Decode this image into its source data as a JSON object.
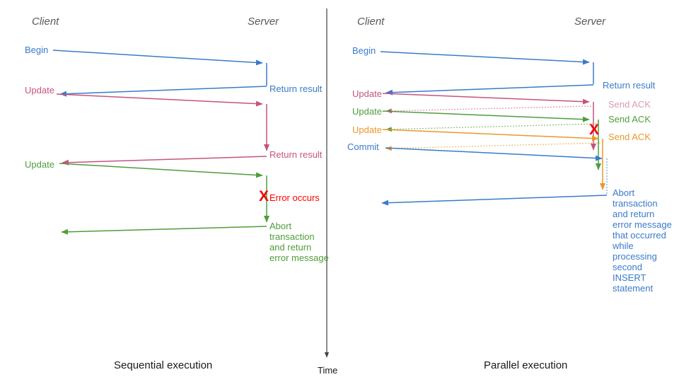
{
  "figure": {
    "title": "Sequential vs parallel transaction execution sequence diagram",
    "background": "#ffffff"
  },
  "colors": {
    "blue": "#3a7bc8",
    "blue_light": "#7aa9de",
    "pink": "#c4547f",
    "pink_light": "#dd9ab4",
    "green": "#4f9d3a",
    "green_light": "#8fc47a",
    "orange": "#e8982c",
    "orange_light": "#f3bd72",
    "red": "#ff0000",
    "gray_axis": "#404040",
    "header_gray": "#595959",
    "caption_black": "#1a1a1a"
  },
  "time_axis": {
    "label": "Time",
    "icon": "down-arrow-icon"
  },
  "panels": [
    {
      "id": "sequential",
      "caption": "Sequential execution",
      "lanes": {
        "client": "Client",
        "server": "Server"
      },
      "messages": [
        {
          "label": "Begin",
          "color": "blue",
          "side": "client"
        },
        {
          "label": "Return result",
          "color": "blue",
          "side": "server"
        },
        {
          "label": "Update",
          "color": "pink",
          "side": "client"
        },
        {
          "label": "Return result",
          "color": "pink",
          "side": "server"
        },
        {
          "label": "Update",
          "color": "green",
          "side": "client"
        }
      ],
      "error": {
        "marker": "X",
        "label": "Error occurs",
        "color": "red"
      },
      "abort_note": {
        "text": "Abort\ntransaction\nand return\nerror message",
        "color": "green"
      }
    },
    {
      "id": "parallel",
      "caption": "Parallel execution",
      "lanes": {
        "client": "Client",
        "server": "Server"
      },
      "messages": [
        {
          "label": "Begin",
          "color": "blue",
          "side": "client"
        },
        {
          "label": "Return result",
          "color": "blue",
          "side": "server"
        },
        {
          "label": "Update",
          "color": "pink",
          "side": "client"
        },
        {
          "label": "Send ACK",
          "color": "pink",
          "side": "server"
        },
        {
          "label": "Update",
          "color": "green",
          "side": "client"
        },
        {
          "label": "Send ACK",
          "color": "green",
          "side": "server"
        },
        {
          "label": "Update",
          "color": "orange",
          "side": "client"
        },
        {
          "label": "Send ACK",
          "color": "orange",
          "side": "server"
        },
        {
          "label": "Commit",
          "color": "blue",
          "side": "client"
        }
      ],
      "error": {
        "marker": "X",
        "label": "",
        "color": "red"
      },
      "abort_note": {
        "text": "Abort\ntransaction\nand return\nerror message\nthat occurred\nwhile\nprocessing\nsecond\nINSERT\nstatement",
        "color": "blue"
      }
    }
  ]
}
